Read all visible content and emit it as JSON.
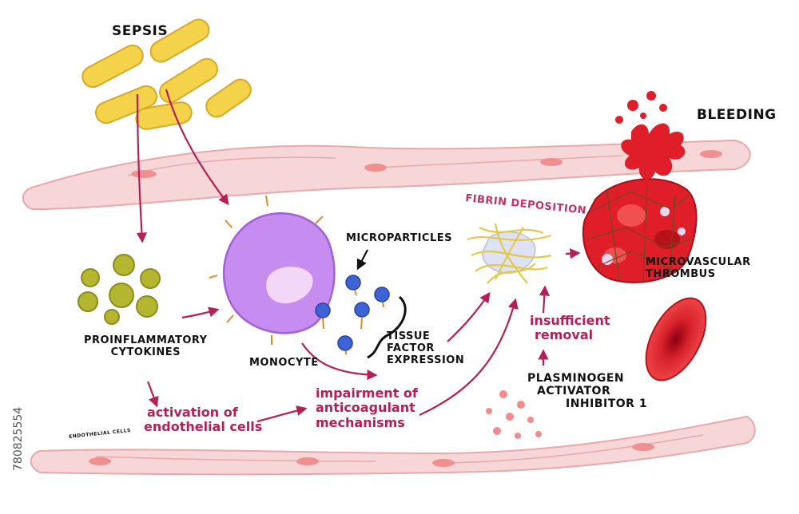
{
  "labels": {
    "sepsis": "SEPSIS",
    "bleeding": "BLEEDING",
    "microparticles": "MICROPARTICLES",
    "fibrin_deposition": "FIBRIN DEPOSITION",
    "microvascular_thrombus": [
      "MICROVASCULAR",
      "THROMBUS"
    ],
    "proinflammatory_cytokines": [
      "PROINFLAMMATORY",
      "CYTOKINES"
    ],
    "monocyte": "MONOCYTE",
    "tissue_factor_expression": [
      "TISSUE",
      "FACTOR",
      "EXPRESSION"
    ],
    "plasminogen_activator_inhibitor": [
      "PLASMINOGEN",
      "ACTIVATOR",
      "INHIBITOR 1"
    ],
    "endothelial_cells_small": "ENDOTHELIAL CELLS"
  },
  "process_labels": {
    "activation_of_endothelial_cells": [
      "activation of",
      "endothelial cells"
    ],
    "impairment_of_anticoagulant_mechanisms": [
      "impairment of",
      "anticoagulant",
      "mechanisms"
    ],
    "insufficient_removal": [
      "insufficient",
      "removal"
    ]
  },
  "watermark": {
    "side_text": "780825554"
  },
  "colors": {
    "vessel": "#f6d6d6",
    "vessel_outline": "#e7a9aa",
    "bacteria": "#f4d24a",
    "cytokine": "#b4b630",
    "monocyte": "#c78cf0",
    "microparticle": "#3d63d6",
    "fibrin": "#e4c84a",
    "blood": "#e01e2a",
    "process_text": "#b51f57",
    "arrow": "#b51f57"
  }
}
